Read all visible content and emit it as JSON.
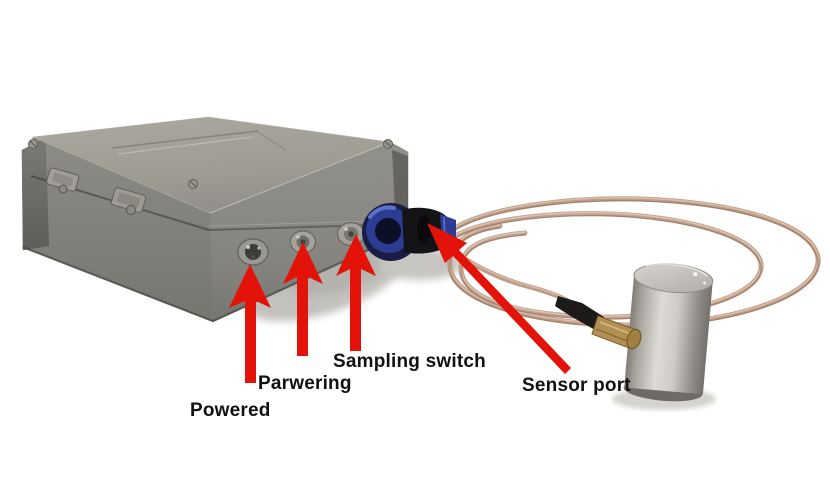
{
  "figure": {
    "kind": "annotated-product-photo",
    "background": "#ffffff",
    "annotation": {
      "arrow_color": "#e41309",
      "label_color": "#111111",
      "labels": {
        "powered": "Powered",
        "parwering": "Parwering",
        "sampling_switch": "Sampling switch",
        "sensor_port": "Sensor port"
      }
    },
    "device": {
      "enclosure_top_color": "#a4a298",
      "enclosure_front_color": "#86857f",
      "enclosure_side_color": "#6f6e68",
      "sensor_port_connector_color": "#2d3c93",
      "cable_color": "#c0a08c",
      "sensor_body_color": "#c6c3be",
      "sma_brass_color": "#b28f52"
    }
  }
}
